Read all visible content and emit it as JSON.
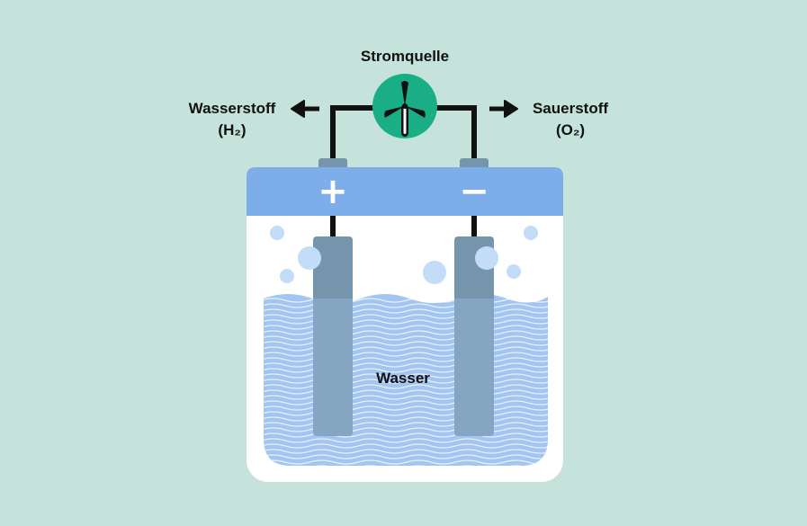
{
  "power_source": {
    "label": "Stromquelle",
    "icon": "wind-turbine-icon"
  },
  "hydrogen": {
    "name": "Wasserstoff",
    "formula": "(H₂)"
  },
  "oxygen": {
    "name": "Sauerstoff",
    "formula": "(O₂)"
  },
  "water": {
    "label": "Wasser"
  },
  "electrodes": {
    "left_sign": "+",
    "right_sign": "−"
  },
  "colors": {
    "background": "#c5e3db",
    "lid": "#7eaee9",
    "water": "#a3c5f2",
    "electrode": "#7495ab",
    "power_source": "#1aae86",
    "bubble": "#c3dcf7",
    "wire": "#111111"
  }
}
